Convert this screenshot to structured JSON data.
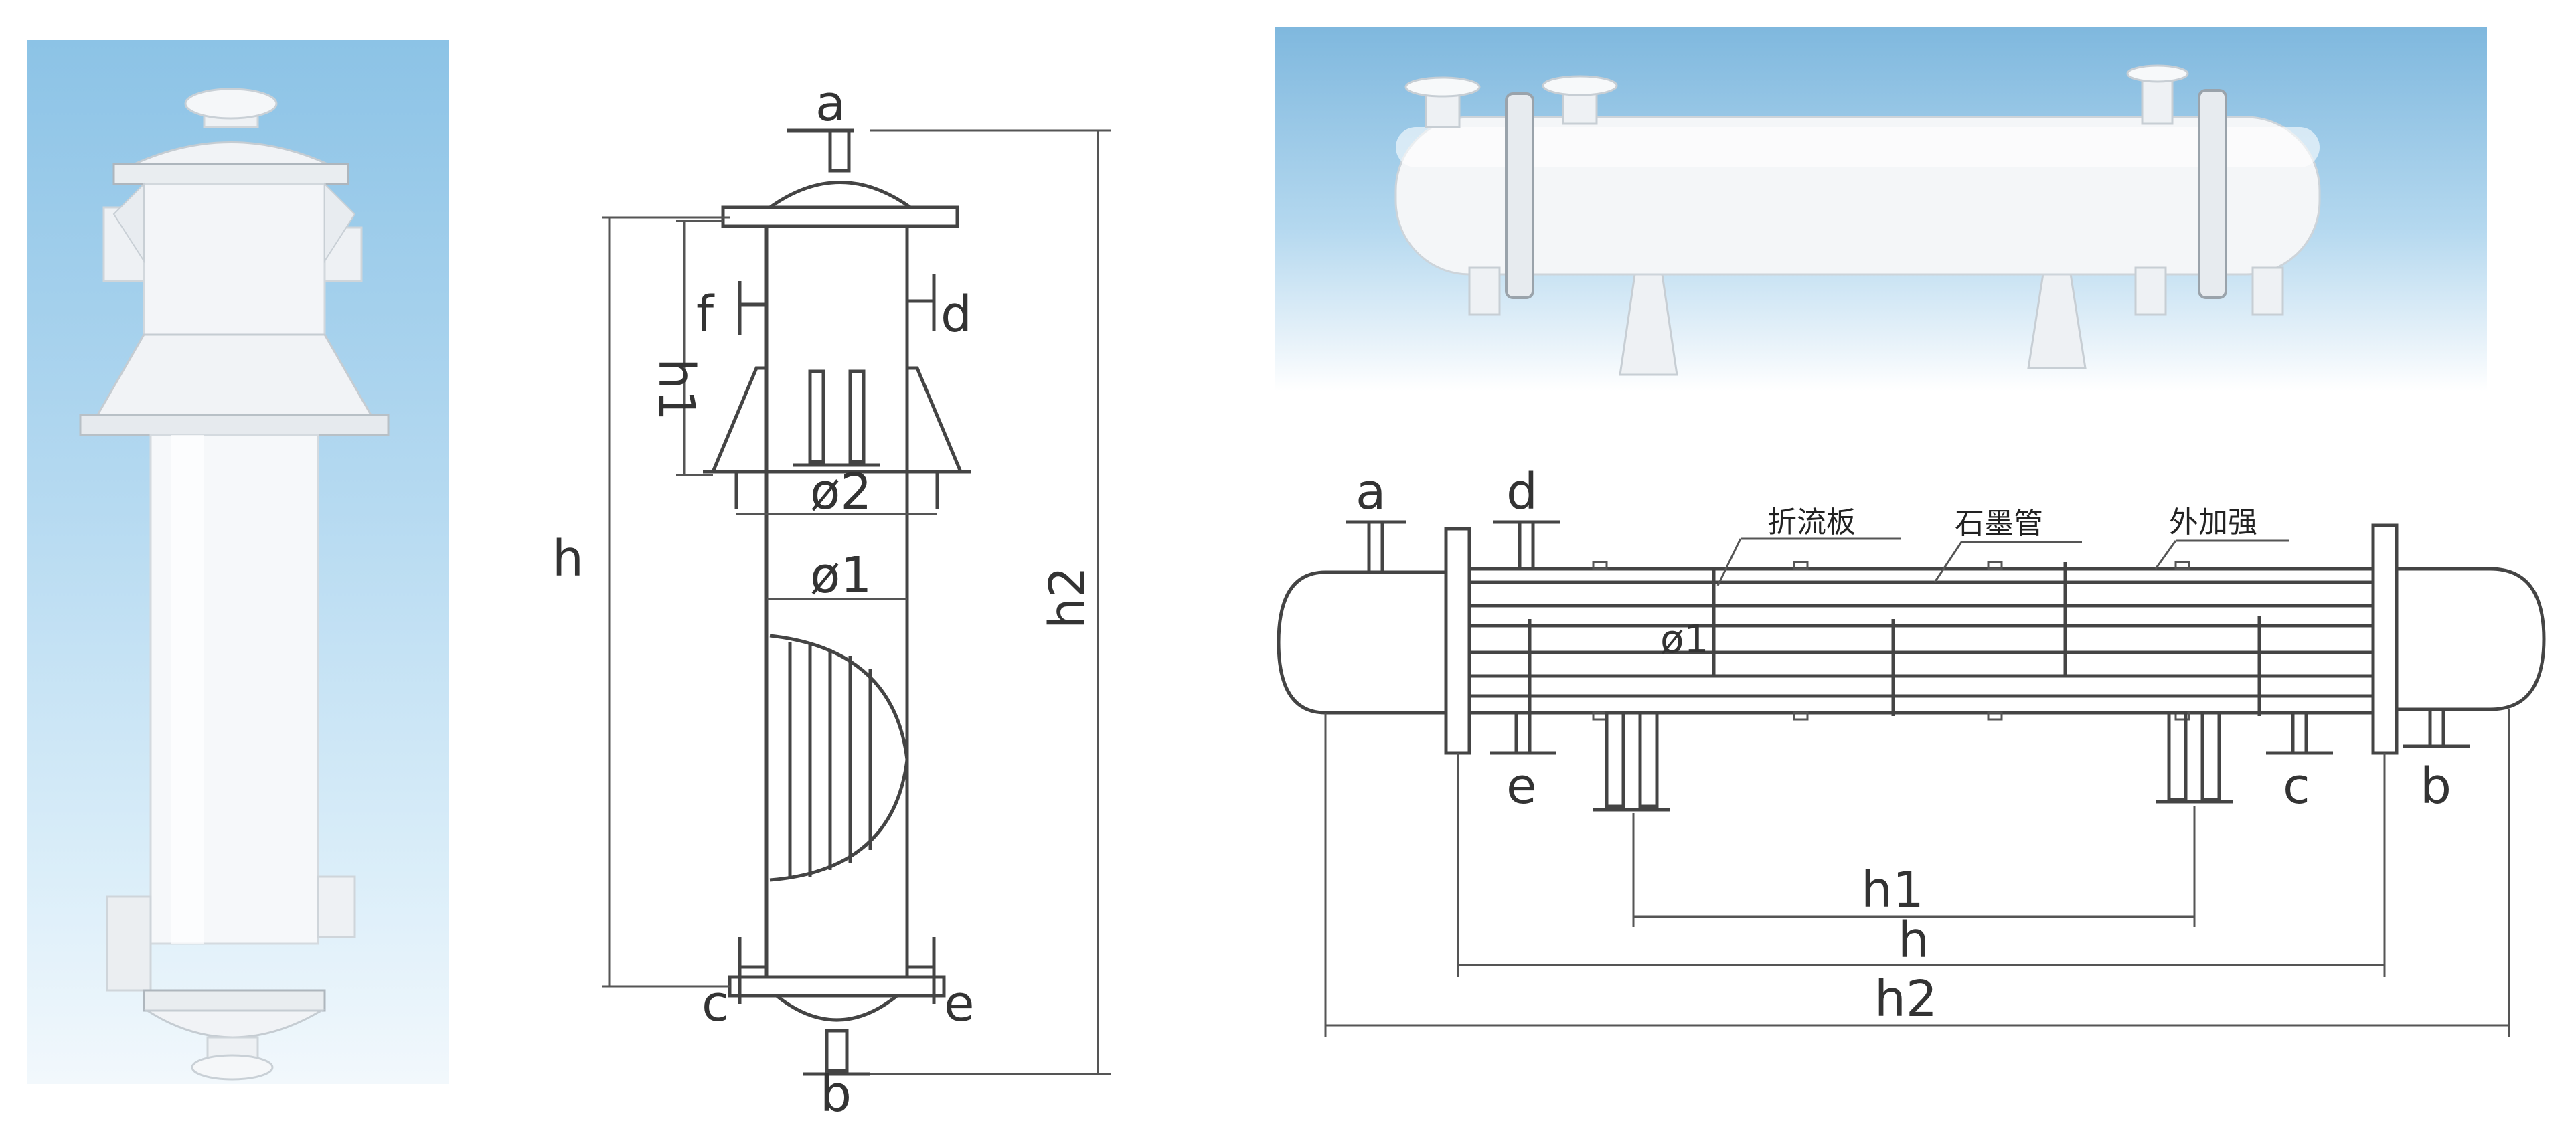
{
  "vertical_diagram": {
    "labels": {
      "a": "a",
      "b": "b",
      "c": "c",
      "d": "d",
      "e": "e",
      "f": "f",
      "h": "h",
      "h1": "h1",
      "h2": "h2",
      "phi1": "ø1",
      "phi2": "ø2"
    }
  },
  "horizontal_diagram": {
    "labels": {
      "a": "a",
      "b": "b",
      "c": "c",
      "d": "d",
      "e": "e",
      "h": "h",
      "h1": "h1",
      "h2": "h2",
      "phi1": "ø1"
    },
    "callouts": {
      "baffle": "折流板",
      "graphite_tube": "石墨管",
      "outer_reinforcement": "外加强"
    }
  },
  "colors": {
    "sky_top": "#8cc3e6",
    "equipment_white": "#f4f6f8",
    "line": "#444444"
  }
}
